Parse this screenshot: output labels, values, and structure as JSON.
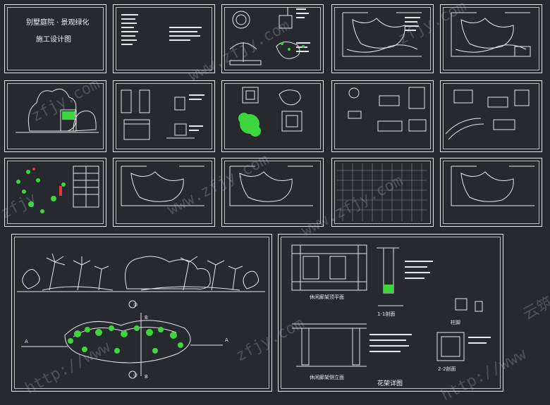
{
  "cover": {
    "title": "别墅庭院 · 景观绿化",
    "subtitle": "施工设计图"
  },
  "big_left": {
    "label_section": "①",
    "label_plan": "②",
    "label_a1": "A",
    "label_a2": "A",
    "label_b1": "B",
    "label_b2": "B"
  },
  "big_right": {
    "caption1": "休闲廊架顶平面",
    "caption2": "1-1剖面",
    "caption3": "休闲廊架侧立面",
    "caption4": "柱脚",
    "caption5": "2-2剖面",
    "main_title": "花架详图"
  },
  "watermarks": [
    "zfjy.com",
    "www.zfjy.com",
    "http://www",
    "云筑",
    "zfjy"
  ]
}
